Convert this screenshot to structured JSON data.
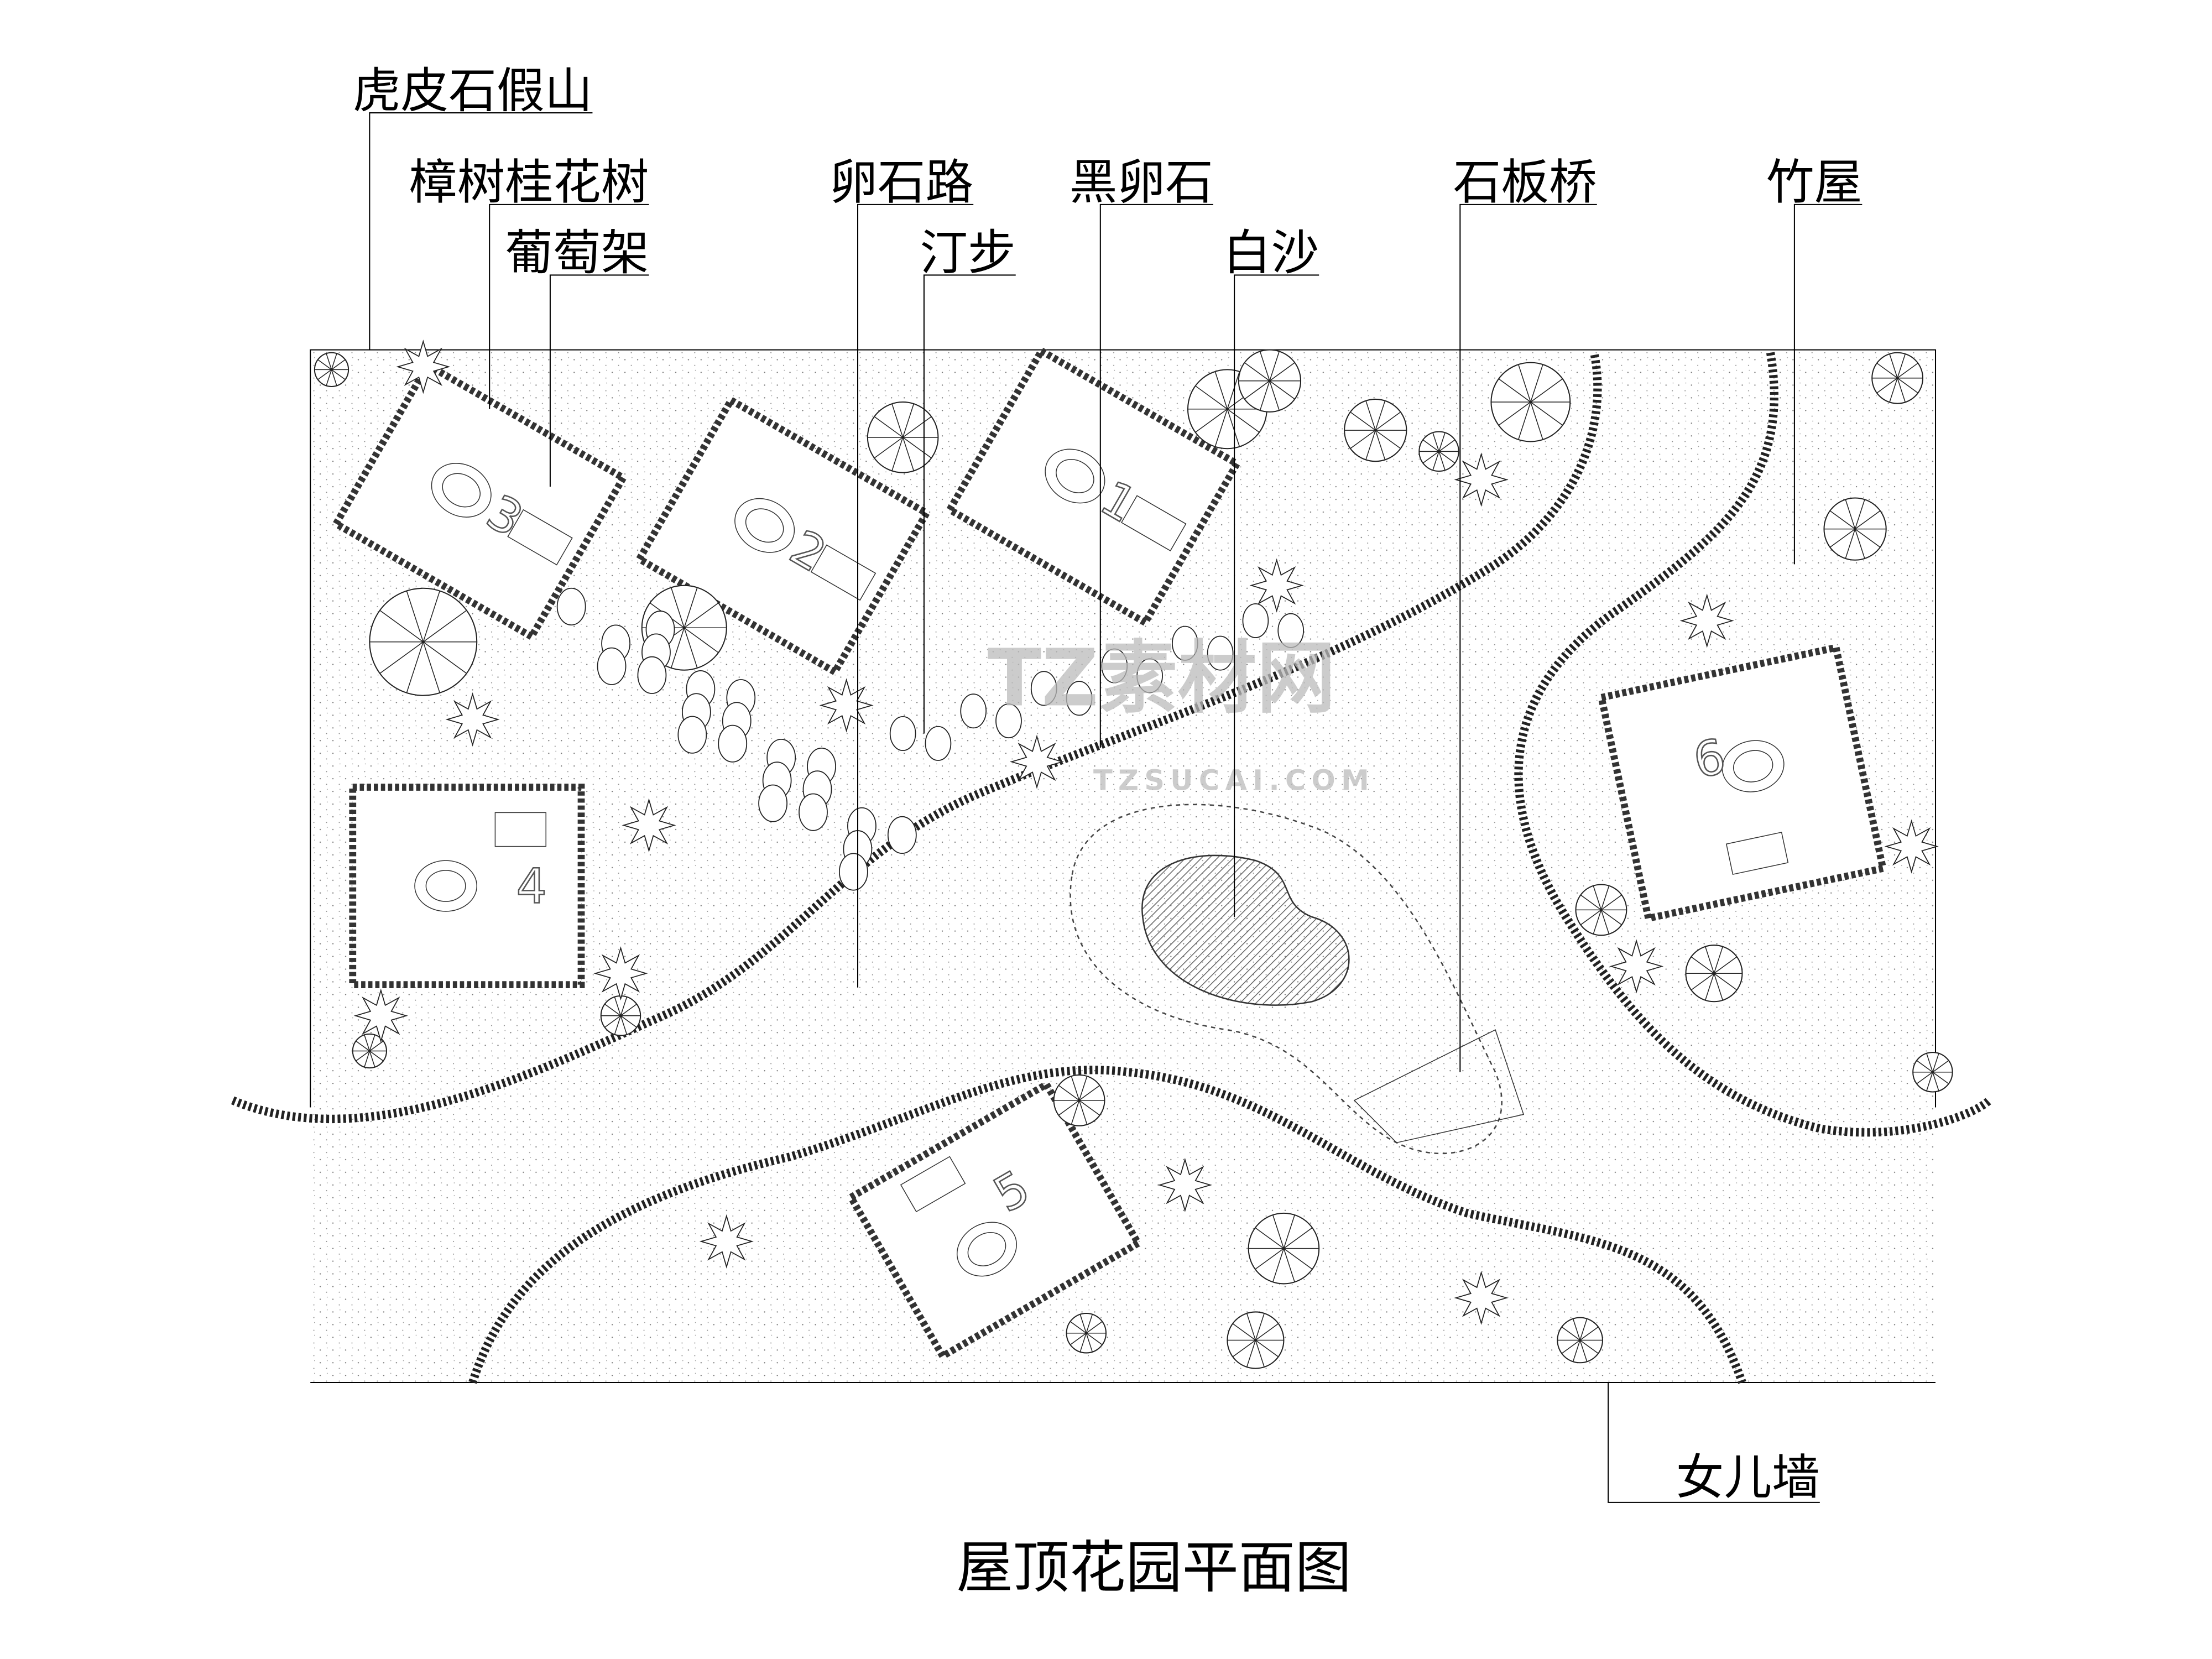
{
  "title": "屋顶花园平面图",
  "labels": {
    "rockery": "虎皮石假山",
    "trees": "樟树桂花树",
    "trellis": "葡萄架",
    "pebble_path": "卵石路",
    "stepping_stones": "汀步",
    "black_pebbles": "黑卵石",
    "white_sand": "白沙",
    "slab_bridge": "石板桥",
    "bamboo": "竹屋",
    "parapet": "女儿墙"
  },
  "pavilions": [
    "1",
    "2",
    "3",
    "4",
    "5",
    "6"
  ],
  "watermark": {
    "brand": "TZ素材网",
    "url": "TZSUCAI.COM"
  }
}
